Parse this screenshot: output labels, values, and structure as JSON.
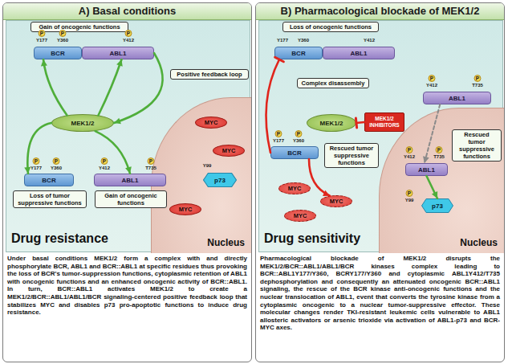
{
  "diagram": {
    "nodes": [
      {
        "text": [
          "A) Basal conditions",
          "Under basal conditions MEK1/2 form a complex with and directly phosphorylate BCR, ABL1 and BCR::ABL1 at specific residues thus provoking the loss of BCR's tumor-suppression functions, cytoplasmic retention of ABL1 with oncogenic functions and an enhanced oncogenic activity of BCR::ABL1. In turn, BCR::ABL1 activates MEK1/2 to create a MEK1/2/BCR::ABL1/ABL1/BCR signaling-centered positive feedback loop that stabilizes MYC and disables p73 pro-apoptotic functions to induce drug resistance."
        ]
      },
      {
        "text": [
          "Drug resistance"
        ],
        "in": 0
      },
      {
        "text": [
          "Nucleus"
        ],
        "in": 1
      },
      {
        "text": [
          "Gain of oncogenic functions"
        ],
        "in": 1
      },
      {
        "text": [
          "BCR"
        ],
        "in": 1
      },
      {
        "text": [
          "ABL1"
        ],
        "in": 1
      },
      {
        "text": [
          "Positive feedback loop"
        ],
        "in": 1
      },
      {
        "text": [
          "MEK1/2"
        ],
        "in": 1
      },
      {
        "text": [
          "BCR"
        ],
        "in": 1
      },
      {
        "text": [
          "ABL1"
        ],
        "in": 1
      },
      {
        "text": [
          "Loss of tumor suppressive functions"
        ],
        "in": 1
      },
      {
        "text": [
          "Gain of oncogenic functions"
        ],
        "in": 1
      },
      {
        "text": [
          "MYC"
        ],
        "in": 2
      },
      {
        "text": [
          "MYC"
        ],
        "in": 2
      },
      {
        "text": [
          "MYC"
        ],
        "in": 2
      },
      {
        "text": [
          "p73"
        ],
        "in": 2
      },
      {
        "text": [
          "B) Pharmacological blockade of MEK1/2",
          "Pharmacological blockade of MEK1/2 disrupts the MEK1/2/BCR::ABL1/ABL1/BCR kinases complex leading to BCR::ABL1Y177/Y360, BCRY177/Y360 and cytoplasmic ABL1Y412/T735 dephosphorylation and consequently an attenuated oncogenic BCR::ABL1 signaling, the rescue of the BCR kinase anti-oncogenic functions and the nuclear translocation of ABL1, event that converts the tyrosine kinase from a cytoplasmic oncogenic to a nuclear tumor-suppressive effector. These molecular changes render TKI-resistant leukemic cells vulnerable to ABL1 allosteric activators or arsenic trioxide via activation of ABL1-p73 and BCR-MYC axes."
        ]
      },
      {
        "text": [
          "Drug sensitivity"
        ],
        "in": 16
      },
      {
        "text": [
          "Nucleus"
        ],
        "in": 17
      },
      {
        "text": [
          "Loss of oncogenic functions"
        ],
        "in": 17
      },
      {
        "text": [
          "BCR"
        ],
        "in": 17
      },
      {
        "text": [
          "ABL1"
        ],
        "in": 17
      },
      {
        "text": [
          "Complex disassembly"
        ],
        "in": 17
      },
      {
        "text": [
          "MEK1/2"
        ],
        "in": 17
      },
      {
        "text": [
          "MEK1/2 INHIBITORS"
        ],
        "in": 17
      },
      {
        "text": [
          "ABL1"
        ],
        "in": 17
      },
      {
        "text": [
          "BCR"
        ],
        "in": 17
      },
      {
        "text": [
          "Rescued tumor suppressive functions"
        ],
        "in": 17
      },
      {
        "text": [
          "ABL1"
        ],
        "in": 18
      },
      {
        "text": [
          "Rescued tumor suppressive functions"
        ],
        "in": 18
      },
      {
        "text": [
          "p73"
        ],
        "in": 18
      },
      {
        "text": [
          "MYC"
        ],
        "in": 17
      },
      {
        "text": [
          "MYC"
        ],
        "in": 17
      },
      {
        "text": [
          "MYC"
        ],
        "in": 17
      }
    ],
    "edges": [
      {
        "from": 7,
        "to": 4,
        "arrow": "to"
      },
      {
        "from": 7,
        "to": 5,
        "arrow": "to"
      },
      {
        "from": 5,
        "to": 7,
        "arrow": "to"
      },
      {
        "from": 7,
        "to": 8,
        "arrow": "to"
      },
      {
        "from": 7,
        "to": 9,
        "arrow": "to"
      },
      {
        "from": 26,
        "to": 20,
        "arrow": "to"
      },
      {
        "from": 24,
        "to": 23,
        "arrow": "to"
      },
      {
        "from": 26,
        "to": 32,
        "arrow": "to"
      },
      {
        "from": 25,
        "to": 28,
        "arrow": "to"
      },
      {
        "from": 28,
        "to": 30,
        "arrow": "to"
      }
    ],
    "labels": [
      "P",
      "P",
      "P",
      "Y177",
      "Y360",
      "Y412",
      "P",
      "P",
      "Y177",
      "Y360",
      "P",
      "P",
      "Y412",
      "T735",
      "Y99",
      "Y177",
      "Y360",
      "Y412",
      "P",
      "P",
      "Y412",
      "T735",
      "P",
      "P",
      "Y177",
      "Y360",
      "P",
      "P",
      "Y412",
      "T735",
      "P",
      "Y99"
    ]
  }
}
